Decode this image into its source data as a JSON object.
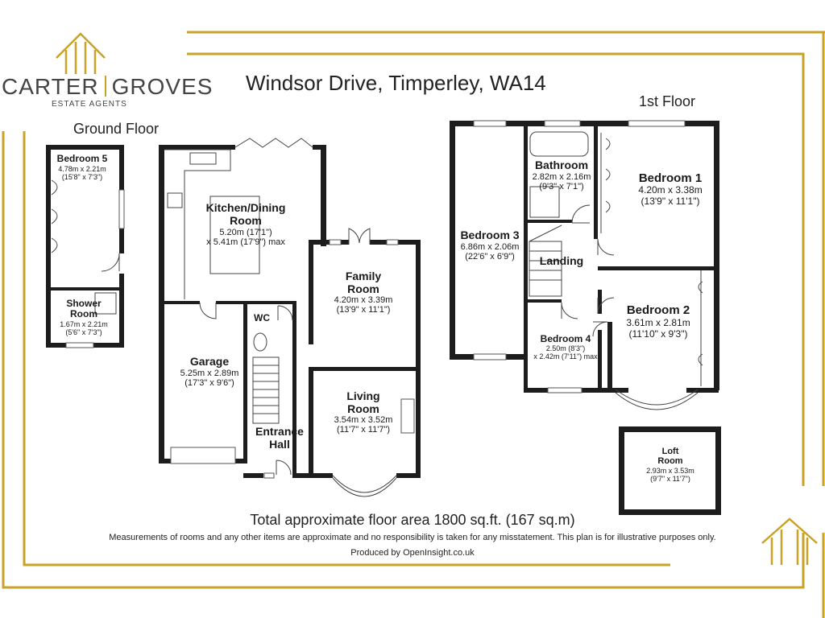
{
  "brand": {
    "name_left": "CARTER",
    "name_right": "GROVES",
    "tagline": "ESTATE AGENTS",
    "accent_color": "#c9a227"
  },
  "title": "Windsor Drive, Timperley, WA14",
  "floors": {
    "ground": "Ground Floor",
    "first": "1st Floor"
  },
  "rooms": {
    "bedroom5": {
      "name": "Bedroom 5",
      "dim1": "4.78m x 2.21m",
      "dim2": "(15'8\" x 7'3\")"
    },
    "shower": {
      "name1": "Shower",
      "name2": "Room",
      "dim1": "1.67m x 2.21m",
      "dim2": "(5'6\" x 7'3\")"
    },
    "kitchen": {
      "name1": "Kitchen/Dining",
      "name2": "Room",
      "dim1": "5.20m (17'1\")",
      "dim2": "x 5.41m (17'9\") max"
    },
    "family": {
      "name1": "Family",
      "name2": "Room",
      "dim1": "4.20m x 3.39m",
      "dim2": "(13'9\" x 11'1\")"
    },
    "garage": {
      "name": "Garage",
      "dim1": "5.25m x 2.89m",
      "dim2": "(17'3\" x 9'6\")"
    },
    "wc": {
      "name": "WC"
    },
    "hall": {
      "name1": "Entrance",
      "name2": "Hall"
    },
    "living": {
      "name1": "Living",
      "name2": "Room",
      "dim1": "3.54m x 3.52m",
      "dim2": "(11'7\" x 11'7\")"
    },
    "bedroom3": {
      "name": "Bedroom 3",
      "dim1": "6.86m x 2.06m",
      "dim2": "(22'6\" x 6'9\")"
    },
    "bathroom": {
      "name": "Bathroom",
      "dim1": "2.82m x 2.16m",
      "dim2": "(9'3\" x 7'1\")"
    },
    "bedroom1": {
      "name": "Bedroom 1",
      "dim1": "4.20m x 3.38m",
      "dim2": "(13'9\" x 11'1\")"
    },
    "landing": {
      "name": "Landing"
    },
    "bedroom2": {
      "name": "Bedroom 2",
      "dim1": "3.61m x 2.81m",
      "dim2": "(11'10\" x 9'3\")"
    },
    "bedroom4": {
      "name": "Bedroom 4",
      "dim1": "2.50m (8'3\")",
      "dim2": "x 2.42m (7'11\") max"
    },
    "loft": {
      "name1": "Loft",
      "name2": "Room",
      "dim1": "2.93m x 3.53m",
      "dim2": "(9'7\" x 11'7\")"
    }
  },
  "footer": {
    "total": "Total approximate floor area 1800 sq.ft. (167 sq.m)",
    "disclaimer": "Measurements of rooms and any other items are approximate and no responsibility is taken for any misstatement. This plan is for illustrative purposes only.",
    "produced": "Produced by OpenInsight.co.uk"
  }
}
